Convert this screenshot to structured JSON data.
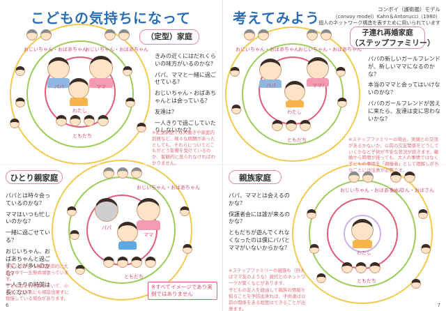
{
  "left_page": {
    "headline": "こどもの気持ちになって",
    "page_number": "6",
    "top_section": {
      "label": "（定型）家庭",
      "ring_labels": {
        "grandparents": "おじいちゃん・おばあちゃん",
        "grandparents_2": "おじいちゃん・おばあちゃん",
        "papa": "パパ",
        "mama": "ママ",
        "me": "わたし",
        "friends": "ともだち"
      },
      "questions": [
        "きみの近くにはだれくらいの味方がいるのかな？",
        "パパ、ママと一緒に過ごせている？",
        "おじいちゃん・おばあちゃんとは会っている？",
        "友達は？",
        "一人きりで過ごしていたりしないかな？"
      ],
      "note": "※定型家庭では共働きや家庭内別居など、様々な問題があったとしても、それらについてどこもがどう影響を受けているのか、客観的に見られなければわかりません。"
    },
    "bottom_section": {
      "label": "ひとり親家庭",
      "ring_labels": {
        "grandparents": "おじいちゃん・おばあちゃん",
        "papa": "パパ",
        "mama": "ママ",
        "friends": "ともだち"
      },
      "questions": [
        "パパとは時々会っているのかな？",
        "ママはいつも忙しいのかな？",
        "一緒に過ごせている？",
        "おじいちゃん、おばあちゃんと過ごすことが多いのかな？",
        "一人きりの時間は長くない？"
      ],
      "notes": [
        "※多くのひとり親は経済的に大変な中で一生懸命頑張っています。",
        "子どもはそれを知っていて、小さなことを気にも相談出来ずに我慢している場合があります。"
      ],
      "callout": "※すべてイメージであり実例ではありません"
    }
  },
  "right_page": {
    "headline": "考えてみよう",
    "page_number": "7",
    "credits": [
      "コンボイ（護衛艦）モデル",
      "（convoy model）Kahn＆Antonucci（1980）",
      "個人のネットワーク構造を表すために用いられています"
    ],
    "top_section": {
      "label": "子連れ再婚家庭",
      "sublabel": "（ステップファミリー）",
      "ring_labels": {
        "grandparents": "おじいちゃん・おばあちゃん",
        "grandparents_2": "おじいちゃん・おばあちゃん",
        "papa": "パパ",
        "mama": "ママ？",
        "me": "わたし",
        "friends": "ともだち"
      },
      "questions": [
        "パパの新しいガールフレンドが、新しいママになるのかな？",
        "本当のママと会ってはいけないのかな？",
        "パパのガールフレンドが苦えに来たら、友達は変に思わないかな？"
      ],
      "note": "※ステップファミリーの場合、実親との交流があるかないか、以前の交友関係をどうしていくかなど子供が不安な状況が続きます。離婚から時間が経っても、大人の事情ではなく子どもの事情を「親権者」として理解しがちなことには注意が必要です。"
    },
    "bottom_section": {
      "label": "親族家庭",
      "ring_labels": {
        "grandparents": "おじいちゃん・おばあちゃん",
        "relatives": "おじさん・おばさん",
        "me": "わたし",
        "friends": "ともだち"
      },
      "questions": [
        "パパ、ママとは会えるのかな？",
        "保護者会には誰が来るのかな？",
        "ともだちが遊んでくれなくなったのは僕にパパとママがいないからかな？"
      ],
      "notes": [
        "※ステップファミリーの親族も（例えばママ友のような）親代とのネットワークが築くなどがあります。",
        "子どもの友人を経由して親族の情報を知ることを予防出来れば、子供達は以前の関係をある程度はできることが出来ます。"
      ]
    }
  },
  "colors": {
    "headline": "#2a6db5",
    "ring_outer": "#f2c94c",
    "ring_middle": "#9ccc5a",
    "ring_inner": "#e25a78",
    "ring_core": "#c9b3e6",
    "label_border": "#e48aa6",
    "note": "#e06f7c"
  }
}
